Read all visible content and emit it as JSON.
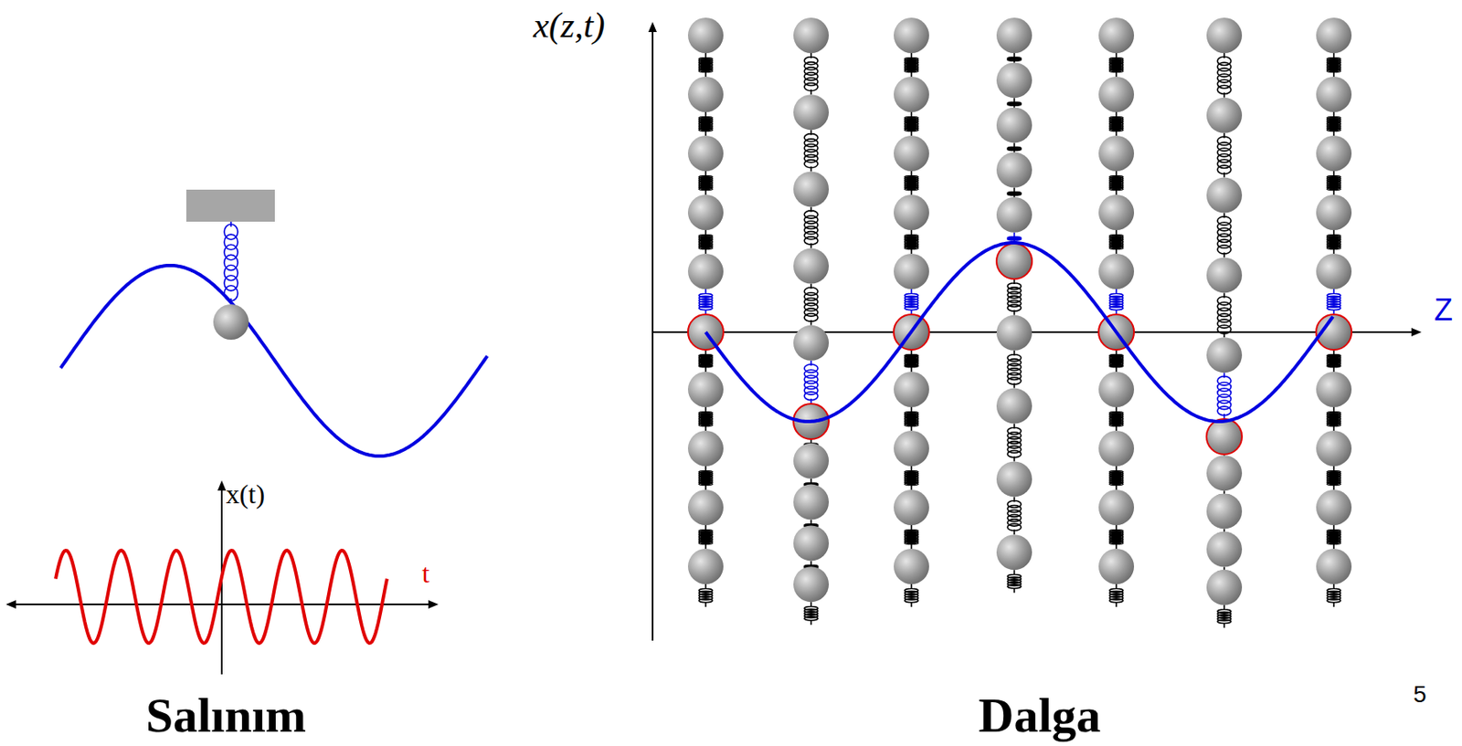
{
  "diagram": {
    "labels": [
      "x(t)",
      "t",
      "Salınım",
      "x(z,t)",
      "Z",
      "Dalga",
      "5"
    ]
  }
}
